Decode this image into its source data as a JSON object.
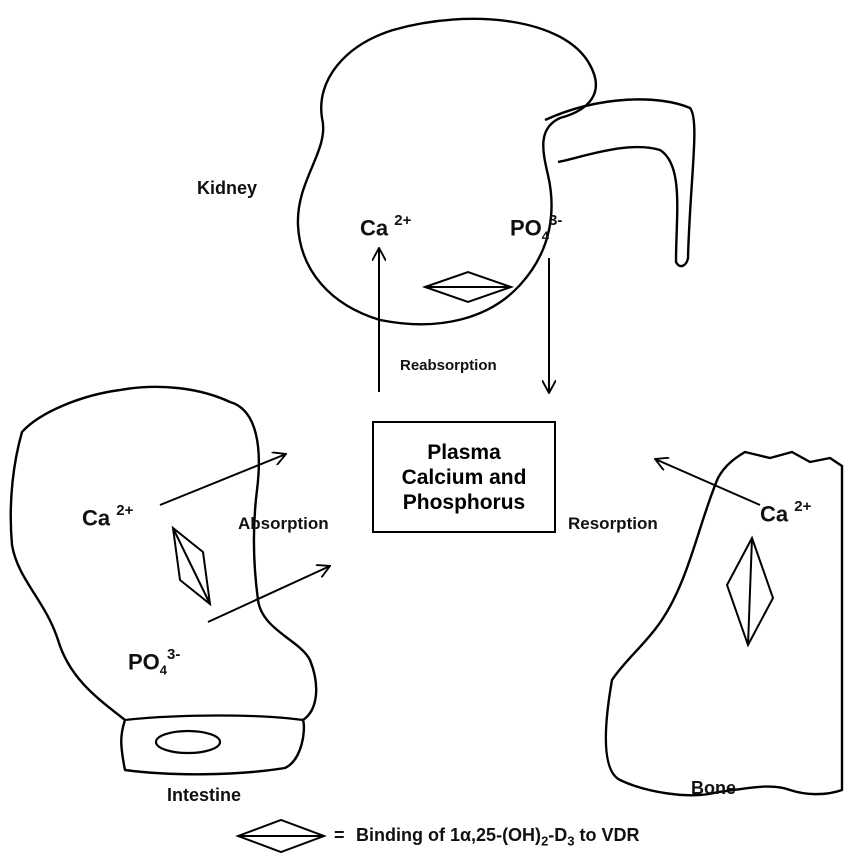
{
  "organs": {
    "kidney": "Kidney",
    "intestine": "Intestine",
    "bone": "Bone"
  },
  "plasma": {
    "line1": "Plasma",
    "line2": "Calcium and",
    "line3": "Phosphorus"
  },
  "ions": {
    "calcium_base": "Ca",
    "calcium_charge": "2+",
    "phosphate_base": "PO",
    "phosphate_sub": "4",
    "phosphate_charge": "3-"
  },
  "processes": {
    "reabsorption": "Reabsorption",
    "absorption": "Absorption",
    "resorption": "Resorption"
  },
  "legend": {
    "equals": "=",
    "text_prefix": "Binding of 1α,25-(OH)",
    "text_sub1": "2",
    "text_mid": "-D",
    "text_sub2": "3",
    "text_suffix": " to VDR"
  }
}
